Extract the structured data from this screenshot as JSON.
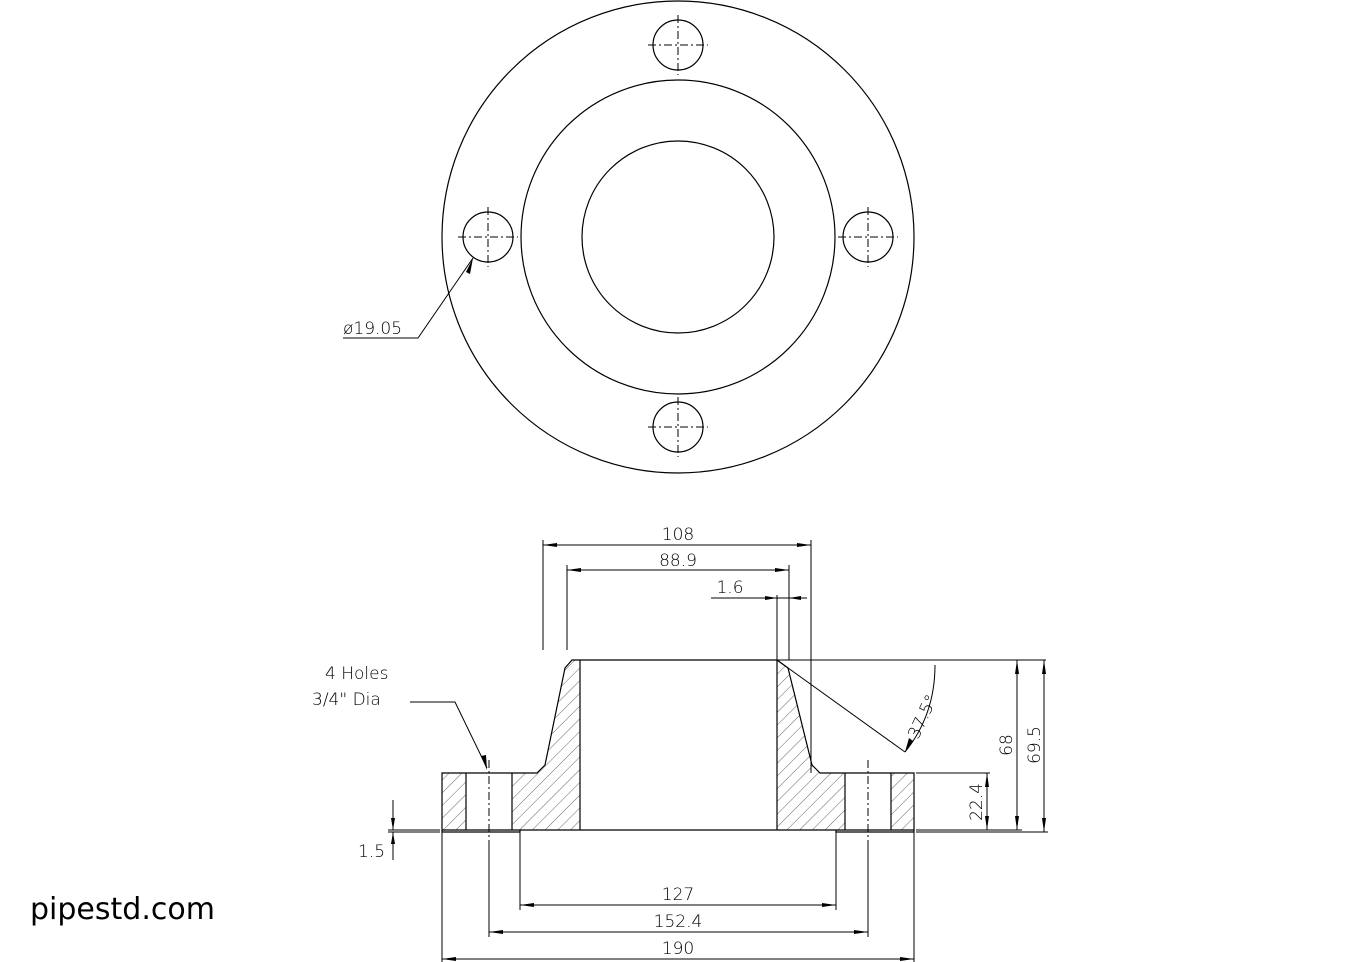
{
  "watermark": "pipestd.com",
  "top_view": {
    "bolt_hole_dia_label": "ø19.05"
  },
  "section_view": {
    "hole_note_line1": "4 Holes",
    "hole_note_line2": "3/4\" Dia",
    "dims": {
      "hub_dia": "108",
      "bore_dia": "88.9",
      "bevel_land": "1.6",
      "bevel_angle": "37.5°",
      "flange_thk": "22.4",
      "length_thru_hub": "68",
      "overall_length": "69.5",
      "raised_face_height": "1.5",
      "raised_face_dia": "127",
      "bolt_circle_dia": "152.4",
      "outside_dia": "190"
    }
  }
}
